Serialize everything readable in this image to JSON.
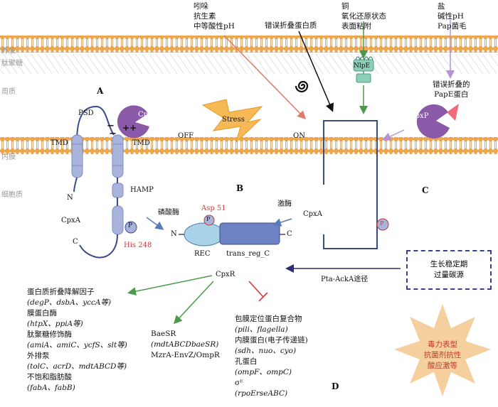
{
  "layers": {
    "outer_membrane": "外膜",
    "lps": "肽聚糖",
    "periplasm": "周质",
    "inner_membrane": "内膜",
    "cytoplasm": "细胞质"
  },
  "signals": {
    "left": [
      "吲哚",
      "抗生素",
      "中等酸性pH"
    ],
    "middle": "错误折叠蛋白质",
    "copper": [
      "铜",
      "氧化还原状态",
      "表面粘附"
    ],
    "salt": [
      "盐",
      "碱性pH",
      "Pap菌毛"
    ],
    "papE": [
      "错误折叠的",
      "PapE蛋白"
    ]
  },
  "panels": {
    "a": "A",
    "b": "B",
    "c": "C",
    "d": "D"
  },
  "labels_a": {
    "psd": "PSD",
    "cpxp": "CpxP",
    "tmd_left": "TMD",
    "tmd_right": "TMD",
    "hamp": "HAMP",
    "n": "N",
    "c": "C",
    "cpxa": "CpxA",
    "p": "P",
    "his248": "His 248",
    "minus1": "−",
    "minus2": "−",
    "plus": "+"
  },
  "stress": "Stress",
  "off": "OFF",
  "on": "ON",
  "nlpe": "NlpE",
  "cpxp_c": "CpxP",
  "labels_b": {
    "phosphatase": "磷酸酶",
    "kinase": "激酶",
    "asp51": "Asp 51",
    "p": "P",
    "n": "N",
    "c": "C",
    "rec": "REC",
    "trans_reg": "trans_reg_C",
    "cpxa_c": "CpxA",
    "p_c": "P"
  },
  "cpxr": "CpxR",
  "pta": "Pta-AckA途径",
  "growth_box": [
    "生长稳定期",
    "过量碳源"
  ],
  "targets_left": [
    {
      "title": "蛋白质折叠降解因子",
      "genes": "(degP、dsbA、yccA等)"
    },
    {
      "title": "膜蛋白酶",
      "genes": "(htpX、ppiA等)"
    },
    {
      "title": "肽聚糖修饰酶",
      "genes": "(amiA、amiC、ycfS、slt等)"
    },
    {
      "title": "外排泵",
      "genes": "(tolC、acrD、mdtABCD等)"
    },
    {
      "title": "不饱和脂肪酸",
      "genes": "(fabA、fabB)"
    }
  ],
  "targets_middle": [
    "BaeSR",
    "(mdtABCDbaeSR)",
    "MzrA-EnvZ/OmpR"
  ],
  "targets_repressed": [
    {
      "title": "包膜定位蛋白复合物",
      "genes": "(pili、flagella)"
    },
    {
      "title": "内膜蛋白(电子传递链)",
      "genes": "(sdh、nuo、cyo)"
    },
    {
      "title": "孔蛋白",
      "genes": "(ompF、ompC)"
    },
    {
      "title": "σᴱ",
      "genes": "(rpoErseABC)"
    }
  ],
  "star_text": [
    "毒力表型",
    "抗菌剂抗性",
    "酸应激等"
  ],
  "colors": {
    "membrane": "#f0a64a",
    "cpxp": "#8a5aa8",
    "helix": "#a9b4dd",
    "rec": "#a8d3e8",
    "trans_reg": "#6f82c4",
    "stress": "#f7b955",
    "star": "#f6cf9e",
    "green_arrow": "#4a9a4a",
    "red_arrow": "#e07a6a",
    "purple_arrow": "#b792d3"
  }
}
